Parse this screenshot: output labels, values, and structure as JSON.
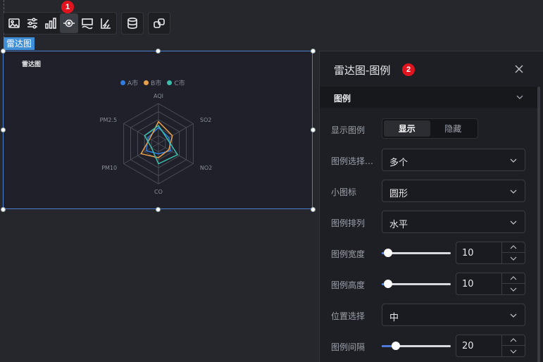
{
  "toolbar": {
    "badge": "1",
    "groups": [
      [
        "image-icon",
        "sliders-icon",
        "bar-chart-icon",
        "target-icon",
        "legend-icon",
        "axis-icon"
      ],
      [
        "database-icon"
      ],
      [
        "link-icon"
      ]
    ]
  },
  "component": {
    "tag": "雷达图",
    "chart_title": "雷达图"
  },
  "chart_data": {
    "type": "radar",
    "title": "雷达图",
    "indicators": [
      "AQI",
      "SO2",
      "NO2",
      "CO",
      "PM10",
      "PM2.5"
    ],
    "max": 100,
    "series": [
      {
        "name": "A市",
        "color": "#2f7de1",
        "values": [
          40,
          30,
          35,
          25,
          35,
          30
        ]
      },
      {
        "name": "B市",
        "color": "#e8a04c",
        "values": [
          55,
          40,
          30,
          35,
          50,
          25
        ]
      },
      {
        "name": "C市",
        "color": "#3bbfad",
        "values": [
          45,
          25,
          55,
          50,
          20,
          40
        ]
      }
    ]
  },
  "panel": {
    "title": "雷达图-图例",
    "badge": "2",
    "section": "图例",
    "rows": {
      "show_legend": {
        "label": "显示图例",
        "options": [
          "显示",
          "隐藏"
        ],
        "selected": 0
      },
      "legend_select": {
        "label": "图例选择…",
        "value": "多个"
      },
      "icon": {
        "label": "小图标",
        "value": "圆形"
      },
      "orient": {
        "label": "图例排列",
        "value": "水平"
      },
      "width": {
        "label": "图例宽度",
        "value": "10",
        "fraction": 0.09
      },
      "height": {
        "label": "图例高度",
        "value": "10",
        "fraction": 0.09
      },
      "position": {
        "label": "位置选择",
        "value": "中"
      },
      "gap": {
        "label": "图例间隔",
        "value": "20",
        "fraction": 0.2
      }
    }
  }
}
